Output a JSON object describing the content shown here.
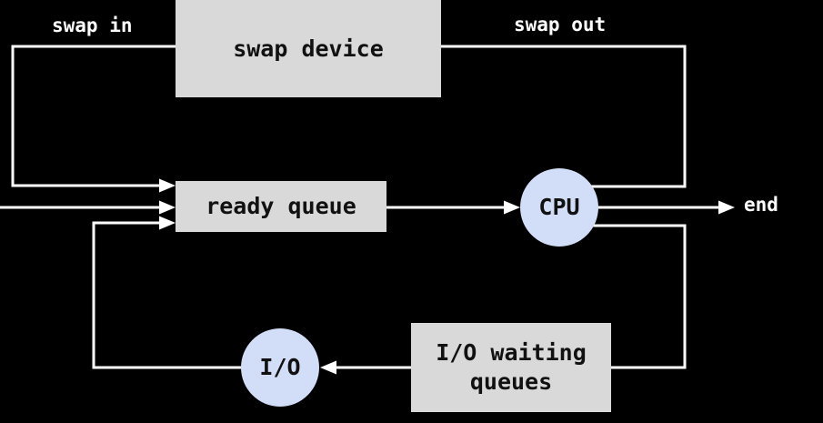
{
  "nodes": {
    "swap_device": {
      "label": "swap device"
    },
    "ready_queue": {
      "label": "ready queue"
    },
    "cpu": {
      "label": "CPU"
    },
    "io": {
      "label": "I/O"
    },
    "io_waiting_queues": {
      "label": "I/O waiting queues"
    }
  },
  "edge_labels": {
    "swap_in": "swap in",
    "swap_out": "swap out",
    "end": "end"
  },
  "colors": {
    "background": "#000000",
    "box_fill": "#d9d9d9",
    "circle_fill": "#d2def7",
    "line": "#ffffff",
    "text_dark": "#111111",
    "text_light": "#ffffff"
  }
}
